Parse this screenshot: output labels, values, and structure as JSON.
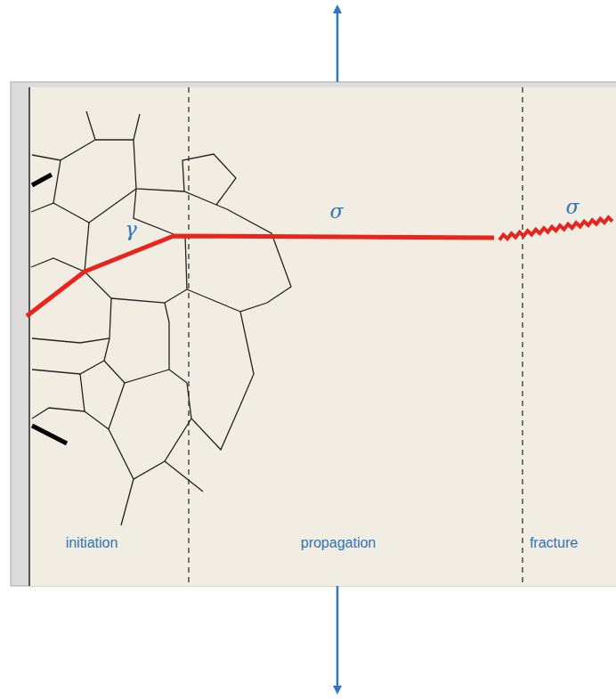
{
  "diagram": {
    "labels": [
      "γ",
      "σ",
      "σ",
      "initiation",
      "propagation",
      "fracture"
    ]
  }
}
